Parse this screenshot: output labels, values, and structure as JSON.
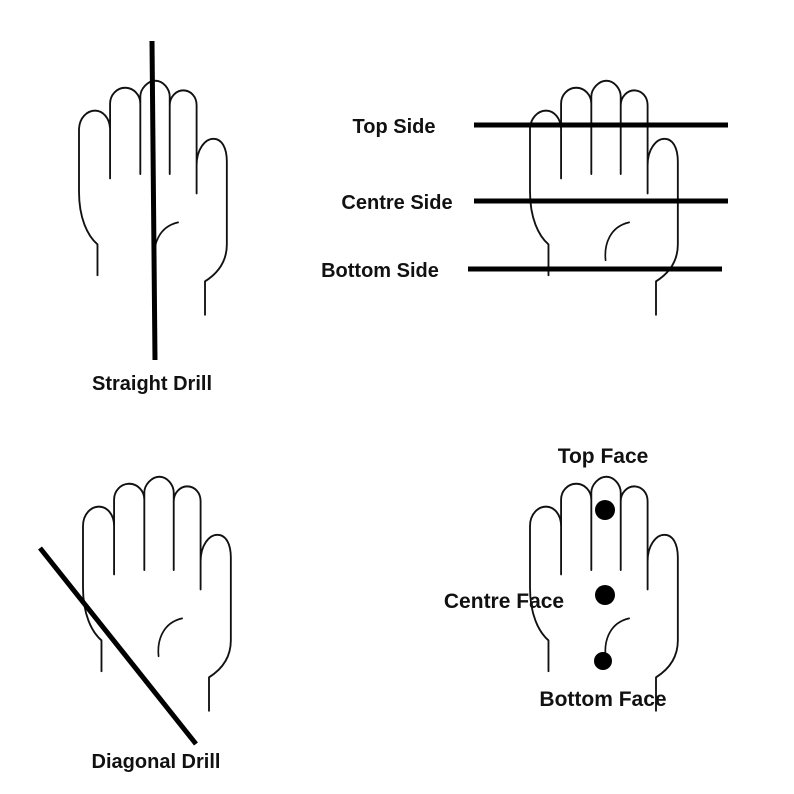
{
  "panels": {
    "straight": {
      "label": "Straight Drill"
    },
    "sides": {
      "top": "Top Side",
      "centre": "Centre Side",
      "bottom": "Bottom Side"
    },
    "diagonal": {
      "label": "Diagonal Drill"
    },
    "faces": {
      "top": "Top Face",
      "centre": "Centre Face",
      "bottom": "Bottom Face"
    }
  },
  "colors": {
    "ink": "#111111",
    "background": "#ffffff"
  },
  "icons": [
    "hand-icon"
  ]
}
